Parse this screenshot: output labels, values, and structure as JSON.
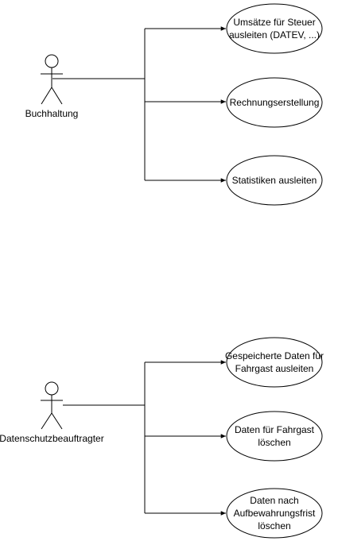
{
  "diagram": {
    "groups": [
      {
        "actor": {
          "label": "Buchhaltung"
        },
        "use_cases": [
          {
            "lines": [
              "Umsätze für Steuer",
              "ausleiten (DATEV, ...)"
            ]
          },
          {
            "lines": [
              "Rechnungserstellung"
            ]
          },
          {
            "lines": [
              "Statistiken ausleiten"
            ]
          }
        ]
      },
      {
        "actor": {
          "label": "Datenschutzbeauftragter"
        },
        "use_cases": [
          {
            "lines": [
              "Gespeicherte Daten für",
              "Fahrgast ausleiten"
            ]
          },
          {
            "lines": [
              "Daten für Fahrgast",
              "löschen"
            ]
          },
          {
            "lines": [
              "Daten nach",
              "Aufbewahrungsfrist",
              "löschen"
            ]
          }
        ]
      }
    ]
  }
}
